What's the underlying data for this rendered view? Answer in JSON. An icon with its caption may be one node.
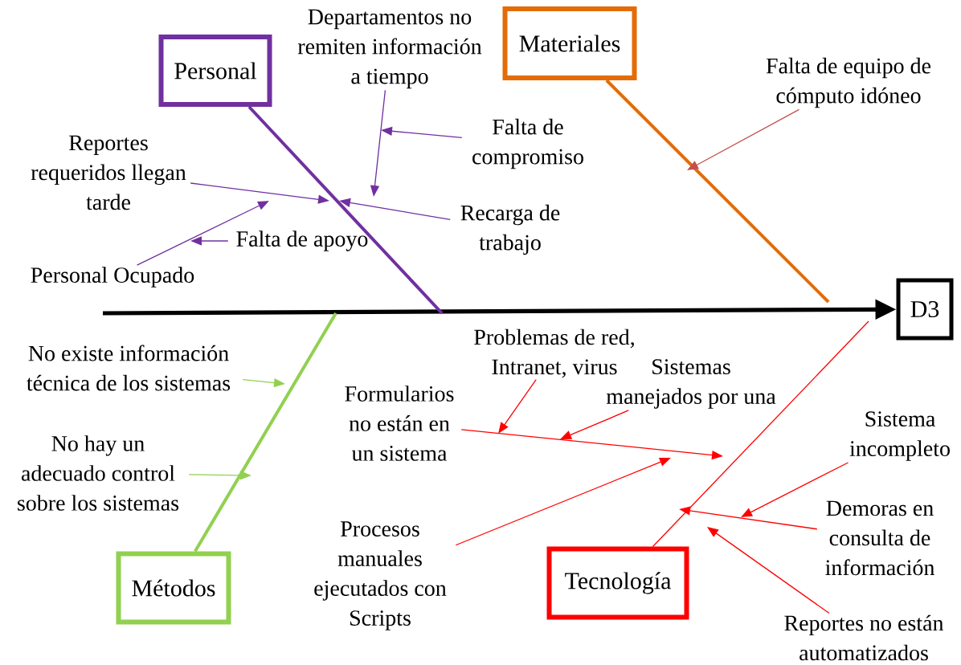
{
  "diagram": {
    "nodes": [
      {
        "text": [
          "Personal"
        ]
      },
      {
        "text": [
          "Materiales"
        ]
      },
      {
        "text": [
          "Métodos"
        ]
      },
      {
        "text": [
          "Tecnología"
        ]
      },
      {
        "text": [
          "D3"
        ]
      },
      {
        "text": [
          "Departamentos no remiten información a tiempo"
        ]
      },
      {
        "text": [
          "Falta de compromiso"
        ]
      },
      {
        "text": [
          "Reportes requeridos llegan tarde"
        ]
      },
      {
        "text": [
          "Recarga de trabajo"
        ]
      },
      {
        "text": [
          "Personal Ocupado"
        ]
      },
      {
        "text": [
          "Falta de apoyo"
        ]
      },
      {
        "text": [
          "Falta de equipo de cómputo idóneo"
        ]
      },
      {
        "text": [
          "No existe información técnica de los sistemas"
        ]
      },
      {
        "text": [
          "No hay un adecuado control sobre los sistemas"
        ]
      },
      {
        "text": [
          "Problemas de red, Intranet, virus"
        ]
      },
      {
        "text": [
          "Sistemas manejados por una"
        ]
      },
      {
        "text": [
          "Formularios no están en un sistema"
        ]
      },
      {
        "text": [
          "Procesos manuales ejecutados con Scripts"
        ]
      },
      {
        "text": [
          "Sistema incompleto"
        ]
      },
      {
        "text": [
          "Demoras en consulta de información"
        ]
      },
      {
        "text": [
          "Reportes no están automatizados"
        ]
      }
    ],
    "edges": [
      {
        "from": null,
        "to": 4,
        "arrow": "to",
        "style": "thick",
        "color": "#000000"
      },
      {
        "from": 0,
        "to": null,
        "arrow": "none",
        "style": "thick",
        "color": "#7030a0"
      },
      {
        "from": 1,
        "to": null,
        "arrow": "none",
        "style": "thick",
        "color": "#e36c09"
      },
      {
        "from": 2,
        "to": null,
        "arrow": "none",
        "style": "thick",
        "color": "#92d050"
      },
      {
        "from": 3,
        "to": null,
        "arrow": "none",
        "color": "#ff0000"
      },
      {
        "from": 5,
        "to": null,
        "arrow": "to",
        "color": "#7030a0"
      },
      {
        "from": 6,
        "to": null,
        "arrow": "to",
        "color": "#7030a0"
      },
      {
        "from": 7,
        "to": null,
        "arrow": "to",
        "color": "#7030a0"
      },
      {
        "from": 8,
        "to": null,
        "arrow": "to",
        "color": "#7030a0"
      },
      {
        "from": 9,
        "to": null,
        "arrow": "to",
        "color": "#7030a0"
      },
      {
        "from": 10,
        "to": null,
        "arrow": "to",
        "color": "#7030a0"
      },
      {
        "from": 11,
        "to": null,
        "arrow": "to",
        "color": "#c0504d"
      },
      {
        "from": 12,
        "to": null,
        "arrow": "to",
        "color": "#92d050"
      },
      {
        "from": 13,
        "to": null,
        "arrow": "to",
        "color": "#92d050"
      },
      {
        "from": 14,
        "to": null,
        "arrow": "to",
        "color": "#ff0000"
      },
      {
        "from": 15,
        "to": null,
        "arrow": "to",
        "color": "#ff0000"
      },
      {
        "from": 16,
        "to": null,
        "arrow": "to",
        "color": "#ff0000"
      },
      {
        "from": 17,
        "to": null,
        "arrow": "to",
        "color": "#ff0000"
      },
      {
        "from": 18,
        "to": null,
        "arrow": "to",
        "color": "#ff0000"
      },
      {
        "from": 19,
        "to": null,
        "arrow": "to",
        "color": "#ff0000"
      },
      {
        "from": 20,
        "to": null,
        "arrow": "to",
        "color": "#ff0000"
      }
    ]
  }
}
